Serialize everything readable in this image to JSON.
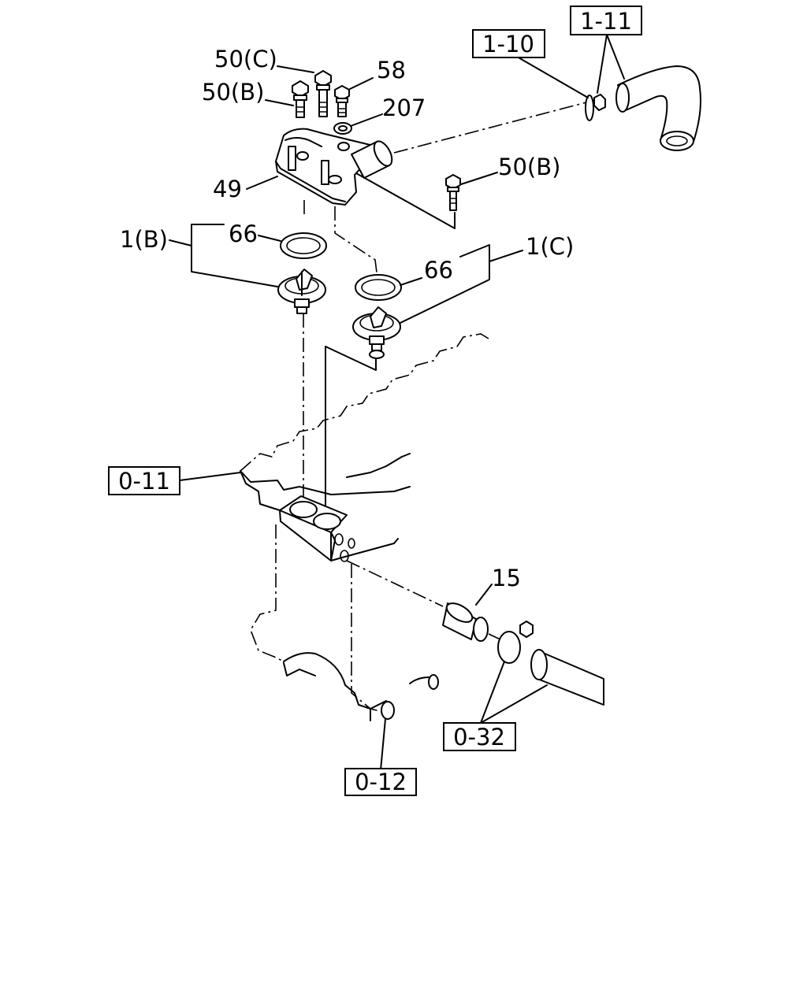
{
  "diagram": {
    "part_labels": [
      {
        "id": "p50c",
        "text": "50(C)"
      },
      {
        "id": "p58",
        "text": "58"
      },
      {
        "id": "p50b_top",
        "text": "50(B)"
      },
      {
        "id": "p207",
        "text": "207"
      },
      {
        "id": "p49",
        "text": "49"
      },
      {
        "id": "p50b_right",
        "text": "50(B)"
      },
      {
        "id": "p1b",
        "text": "1(B)"
      },
      {
        "id": "p66_left",
        "text": "66"
      },
      {
        "id": "p66_right",
        "text": "66"
      },
      {
        "id": "p1c",
        "text": "1(C)"
      },
      {
        "id": "p15",
        "text": "15"
      }
    ],
    "reference_boxes": [
      {
        "id": "r110",
        "text": "1-10"
      },
      {
        "id": "r111",
        "text": "1-11"
      },
      {
        "id": "r011",
        "text": "0-11"
      },
      {
        "id": "r032",
        "text": "0-32"
      },
      {
        "id": "r012",
        "text": "0-12"
      }
    ]
  }
}
